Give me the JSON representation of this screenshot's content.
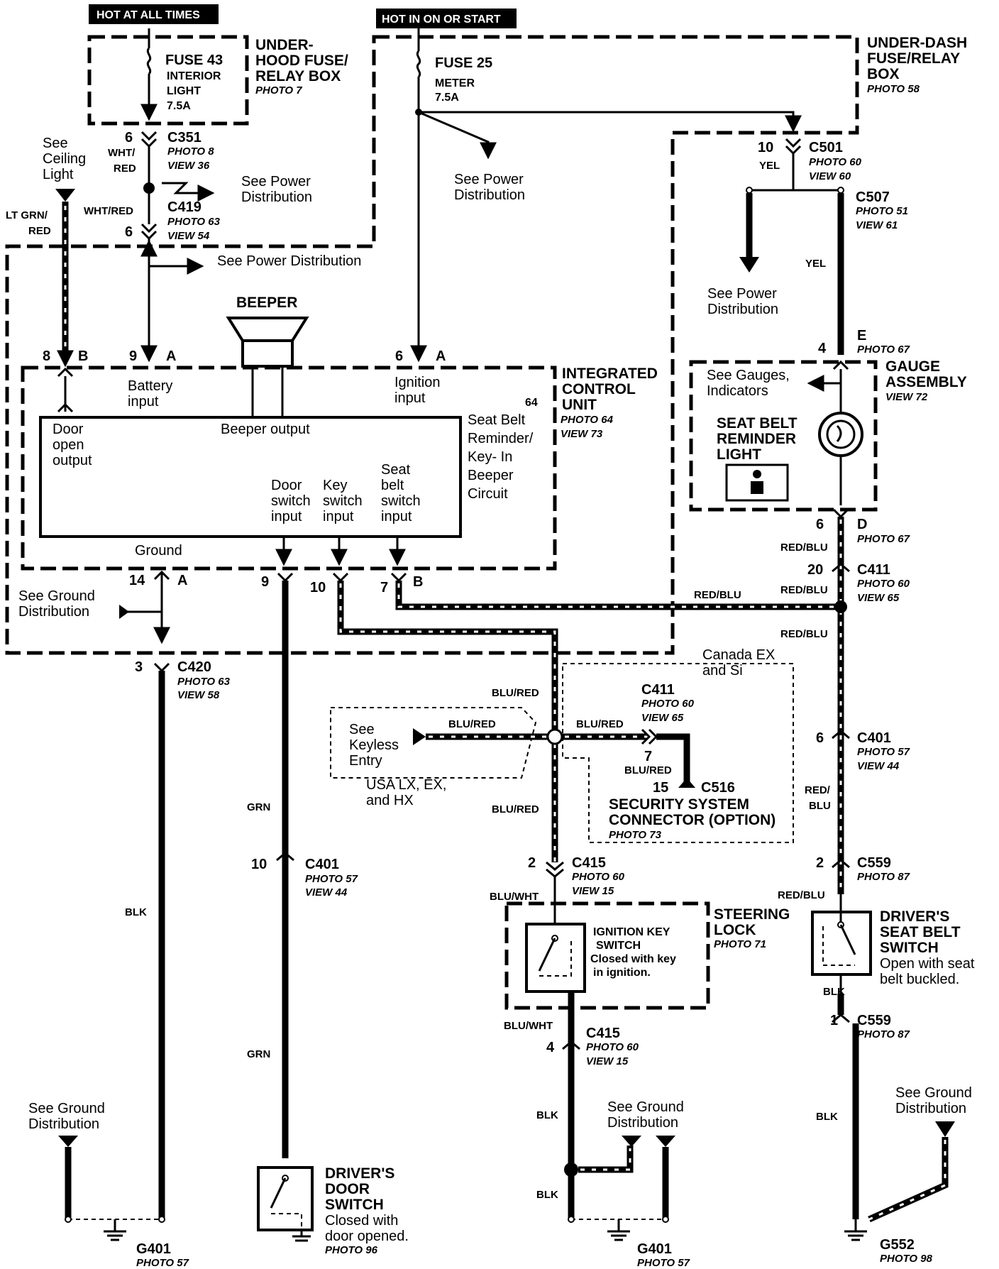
{
  "power_sources": {
    "hot_at_all_times": "HOT AT ALL TIMES",
    "hot_in_on_or_start": "HOT IN ON OR START"
  },
  "underhood_box": {
    "title": [
      "UNDER-",
      "HOOD FUSE/",
      "RELAY BOX"
    ],
    "photo": "PHOTO 7",
    "fuse_label": "FUSE 43",
    "fuse_desc": [
      "INTERIOR",
      "LIGHT",
      "7.5A"
    ]
  },
  "underdash_box": {
    "title": [
      "UNDER-DASH",
      "FUSE/RELAY",
      "BOX"
    ],
    "photo": "PHOTO 58",
    "fuse_label": "FUSE 25",
    "fuse_desc": [
      "METER",
      "7.5A"
    ]
  },
  "connectors": {
    "c351": {
      "pin": "6",
      "name": "C351",
      "photo": "PHOTO 8",
      "view": "VIEW 36"
    },
    "c419": {
      "pin": "6",
      "name": "C419",
      "photo": "PHOTO 63",
      "view": "VIEW 54"
    },
    "c501": {
      "pin": "10",
      "name": "C501",
      "photo": "PHOTO 60",
      "view": "VIEW 60"
    },
    "c507": {
      "name": "C507",
      "photo": "PHOTO 51",
      "view": "VIEW 61"
    },
    "c420": {
      "pin": "3",
      "name": "C420",
      "photo": "PHOTO 63",
      "view": "VIEW 58"
    },
    "c411_right": {
      "pin": "20",
      "name": "C411",
      "photo": "PHOTO 60",
      "view": "VIEW 65"
    },
    "c411_mid": {
      "pin": "7",
      "name": "C411",
      "photo": "PHOTO 60",
      "view": "VIEW 65"
    },
    "c516": {
      "pin": "15",
      "name": "C516",
      "title": [
        "SECURITY SYSTEM",
        "CONNECTOR (OPTION)"
      ],
      "photo": "PHOTO 73"
    },
    "c401_left": {
      "pin": "10",
      "name": "C401",
      "photo": "PHOTO 57",
      "view": "VIEW 44"
    },
    "c401_right": {
      "pin": "6",
      "name": "C401",
      "photo": "PHOTO 57",
      "view": "VIEW 44"
    },
    "c415_top": {
      "pin": "2",
      "name": "C415",
      "photo": "PHOTO 60",
      "view": "VIEW 15"
    },
    "c415_bot": {
      "pin": "4",
      "name": "C415",
      "photo": "PHOTO 60",
      "view": "VIEW 15"
    },
    "c559_top": {
      "pin": "2",
      "name": "C559",
      "photo": "PHOTO 87"
    },
    "c559_bot": {
      "pin": "1",
      "name": "C559",
      "photo": "PHOTO 87"
    }
  },
  "wires": {
    "wht_red": [
      "WHT/",
      "RED"
    ],
    "wht_red_2": "WHT/RED",
    "lt_grn_red": [
      "LT GRN/",
      "RED"
    ],
    "yel": "YEL",
    "red_blu": "RED/BLU",
    "red_blu_split": [
      "RED/",
      "BLU"
    ],
    "blu_red": "BLU/RED",
    "blu_wht": "BLU/WHT",
    "grn": "GRN",
    "blk": "BLK"
  },
  "references": {
    "see_ceiling_light": [
      "See",
      "Ceiling",
      "Light"
    ],
    "see_power_dist": [
      "See Power",
      "Distribution"
    ],
    "see_power_dist_line": "See Power Distribution",
    "see_ground_dist": [
      "See Ground",
      "Distribution"
    ],
    "see_gauges": [
      "See Gauges,",
      "Indicators"
    ],
    "see_keyless": [
      "See",
      "Keyless",
      "Entry"
    ],
    "usa_models": [
      "USA LX, EX,",
      "and HX"
    ],
    "canada_models": [
      "Canada EX",
      "and Si"
    ]
  },
  "beeper": {
    "label": "BEEPER"
  },
  "icu": {
    "title": [
      "INTEGRATED",
      "CONTROL",
      "UNIT"
    ],
    "photo": "PHOTO 64",
    "view": "VIEW 73",
    "ref_num": "64",
    "circuit_name": [
      "Seat Belt",
      "Reminder/",
      "Key- In",
      "Beeper",
      "Circuit"
    ],
    "battery_input": [
      "Battery",
      "input"
    ],
    "ignition_input": [
      "Ignition",
      "input"
    ],
    "door_open_output": [
      "Door",
      "open",
      "output"
    ],
    "beeper_output": "Beeper output",
    "door_switch_input": [
      "Door",
      "switch",
      "input"
    ],
    "key_switch_input": [
      "Key",
      "switch",
      "input"
    ],
    "seat_belt_switch_input": [
      "Seat",
      "belt",
      "switch",
      "input"
    ],
    "ground": "Ground",
    "pins": {
      "p8": "8",
      "pB_top": "B",
      "p9_top": "9",
      "pA_top": "A",
      "p6": "6",
      "pA_ign": "A",
      "p14": "14",
      "pA_bot": "A",
      "p9_bot": "9",
      "p10": "10",
      "p7": "7",
      "pB_bot": "B"
    }
  },
  "gauge": {
    "title": [
      "GAUGE",
      "ASSEMBLY"
    ],
    "view": "VIEW 72",
    "light_label": [
      "SEAT BELT",
      "REMINDER",
      "LIGHT"
    ],
    "pin_in": "4",
    "pin_in_letter": "E",
    "pin_in_photo": "PHOTO 67",
    "pin_out": "6",
    "pin_out_letter": "D",
    "pin_out_photo": "PHOTO 67"
  },
  "steering_lock": {
    "title": [
      "STEERING",
      "LOCK"
    ],
    "photo": "PHOTO 71",
    "switch_name": [
      "IGNITION KEY",
      "SWITCH"
    ],
    "switch_desc": [
      "Closed with key",
      "in ignition."
    ]
  },
  "seat_belt_switch": {
    "title": [
      "DRIVER'S",
      "SEAT BELT",
      "SWITCH"
    ],
    "desc": [
      "Open with seat",
      "belt buckled."
    ]
  },
  "door_switch": {
    "title": [
      "DRIVER'S",
      "DOOR",
      "SWITCH"
    ],
    "desc": [
      "Closed with",
      "door opened."
    ],
    "photo": "PHOTO 96"
  },
  "grounds": {
    "g401_left": {
      "name": "G401",
      "photo": "PHOTO 57"
    },
    "g401_mid": {
      "name": "G401",
      "photo": "PHOTO 57"
    },
    "g552": {
      "name": "G552",
      "photo": "PHOTO 98"
    }
  }
}
